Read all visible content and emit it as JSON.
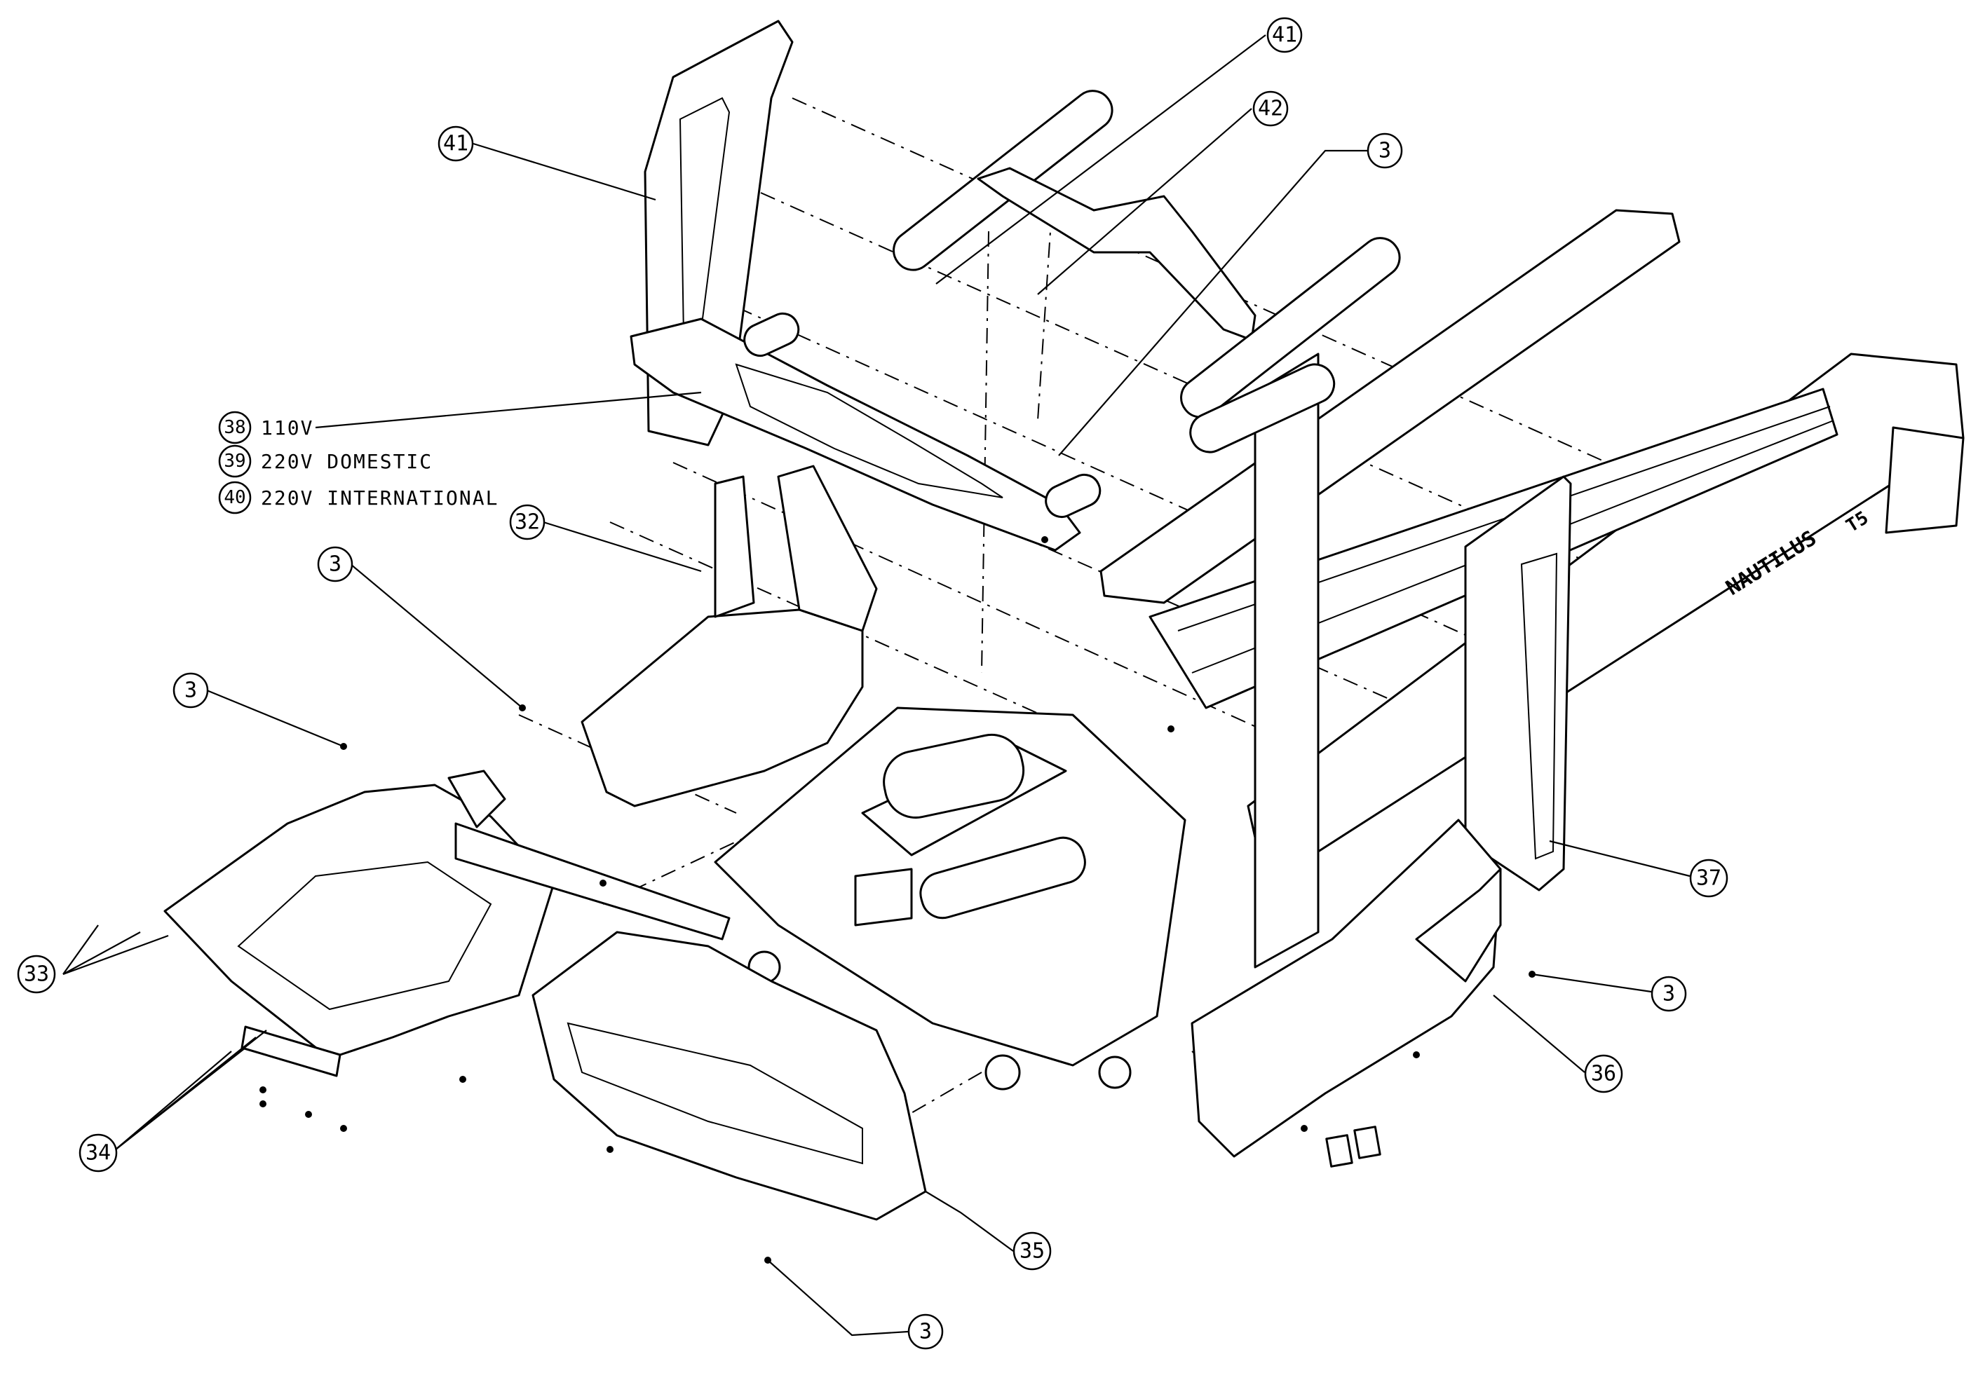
{
  "callouts": [
    {
      "id": "c41a",
      "label": "41"
    },
    {
      "id": "c41b",
      "label": "41"
    },
    {
      "id": "c42",
      "label": "42"
    },
    {
      "id": "c3a",
      "label": "3"
    },
    {
      "id": "c32",
      "label": "32"
    },
    {
      "id": "c3b",
      "label": "3"
    },
    {
      "id": "c3c",
      "label": "3"
    },
    {
      "id": "c33",
      "label": "33"
    },
    {
      "id": "c34",
      "label": "34"
    },
    {
      "id": "c35",
      "label": "35"
    },
    {
      "id": "c3d",
      "label": "3"
    },
    {
      "id": "c36",
      "label": "36"
    },
    {
      "id": "c3e",
      "label": "3"
    },
    {
      "id": "c37",
      "label": "37"
    }
  ],
  "power_options": [
    {
      "number": "38",
      "text": "110V"
    },
    {
      "number": "39",
      "text": "220V DOMESTIC"
    },
    {
      "number": "40",
      "text": "220V INTERNATIONAL"
    }
  ],
  "brand_text": "NAUTILUS",
  "model_text": "T5"
}
